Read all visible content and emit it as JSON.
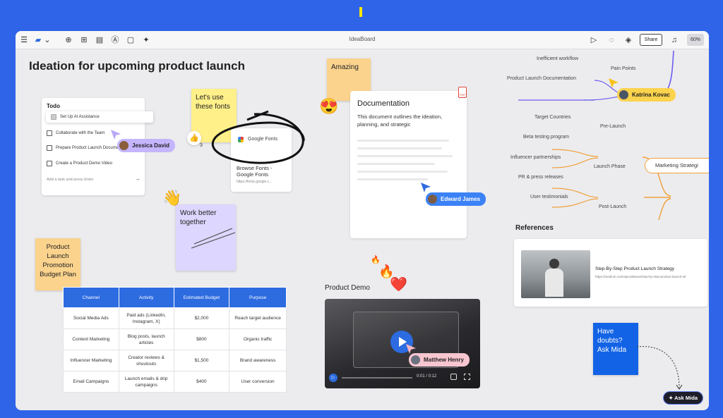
{
  "app": {
    "title": "IdeaBoard",
    "share_label": "Share",
    "zoom": "60%",
    "board_title": "Ideation for upcoming product launch"
  },
  "icons": {
    "menu": "☰",
    "stamp": "▰",
    "chevron": "⌄",
    "add": "⊕",
    "frame": "⊞",
    "template": "▤",
    "text": "Ⓐ",
    "note": "▢",
    "sparkle": "✦",
    "play": "▷",
    "comment": "◌",
    "layers": "◈",
    "headset": "♫"
  },
  "todo": {
    "title": "Todo",
    "items": [
      {
        "label": "Set Up AI Assistance",
        "checked": true
      },
      {
        "label": "Collaborate with the Team",
        "checked": false
      },
      {
        "label": "Prepare Product Launch Docume",
        "checked": false
      },
      {
        "label": "Create a Product Demo Video",
        "checked": false
      }
    ],
    "add_placeholder": "Add a task and press Enter",
    "enter_icon": "→"
  },
  "cursors": {
    "jessica": "Jessica David",
    "edward": "Edward James",
    "matthew": "Matthew Henry",
    "katrina": "Katrina Kovac"
  },
  "stickies": {
    "fonts": "Let's use these fonts",
    "amazing": "Amazing",
    "together": "Work better together",
    "budget": "Product Launch Promotion Budget Plan",
    "ask": "Have doubts? Ask Mida"
  },
  "reaction": {
    "emoji": "👍",
    "count": "3"
  },
  "google_fonts": {
    "label": "Google Fonts",
    "title_line1": "Browse Fonts -",
    "title_line2": "Google Fonts",
    "url": "https://fonts.google.c..."
  },
  "documentation": {
    "title": "Documentation",
    "body": "This document outlines the ideation, planning, and strategic",
    "pdf_label": "PDF"
  },
  "mindmap": {
    "pain_points": "Pain Points",
    "inefficient": "Inefficient workflow",
    "launch_doc": "Product Launch Documentation",
    "target": "Target Countries",
    "beta": "Beta testing program",
    "pre_launch": "Pre-Launch",
    "influencer": "Influencer partnerships",
    "pr": "PR & press releases",
    "launch_phase": "Launch Phase",
    "testimonials": "User testimonials",
    "post_launch": "Post-Launch",
    "root": "Marketing Strategi"
  },
  "references": {
    "title": "References",
    "link_title": "Step-By-Step Product Launch Strategy",
    "link_url": "https://medium.com/specialissue/step-by-step-product-launch-str"
  },
  "demo": {
    "title": "Product Demo",
    "time": "0:01 / 0:12"
  },
  "ask_mida": "Ask Mida",
  "table": {
    "headers": [
      "Channel",
      "Activity",
      "Estimated Budget",
      "Purpose"
    ],
    "rows": [
      [
        "Social Media Ads",
        "Paid ads (LinkedIn, Instagram, X)",
        "$2,000",
        "Reach target audience"
      ],
      [
        "Content Marketing",
        "Blog posts, launch articles",
        "$800",
        "Organic traffic"
      ],
      [
        "Influencer Marketing",
        "Creator reviews & shoutouts",
        "$1,500",
        "Brand awareness"
      ],
      [
        "Email Campaigns",
        "Launch emails & drip campaigns",
        "$400",
        "User conversion"
      ]
    ]
  },
  "reactions": {
    "heart_eyes": "😍",
    "wave": "👋",
    "fire": "🔥",
    "heart": "❤️"
  },
  "colors": {
    "frame": "#2f63e8",
    "table_header": "#2d6be0",
    "sticky_yellow": "#fff08a",
    "sticky_orange": "#fbd38d",
    "sticky_purple": "#ddd6fe",
    "ask_blue": "#1263e6"
  }
}
